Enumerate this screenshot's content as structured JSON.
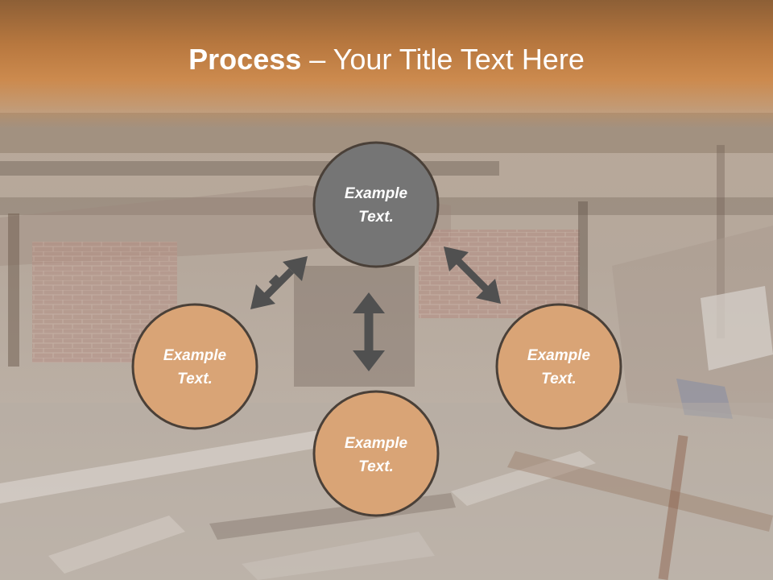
{
  "title": {
    "bold": "Process",
    "separator": "–",
    "rest": "Your Title Text Here"
  },
  "colors": {
    "title_band": "#c8854a",
    "center_fill": "#757575",
    "outer_fill": "#d9a476",
    "node_border": "#4a4038",
    "arrow": "#505050",
    "text": "#ffffff"
  },
  "nodes": {
    "top": {
      "line1": "Example",
      "line2": "Text."
    },
    "left": {
      "line1": "Example",
      "line2": "Text."
    },
    "bottom": {
      "line1": "Example",
      "line2": "Text."
    },
    "right": {
      "line1": "Example",
      "line2": "Text."
    }
  }
}
